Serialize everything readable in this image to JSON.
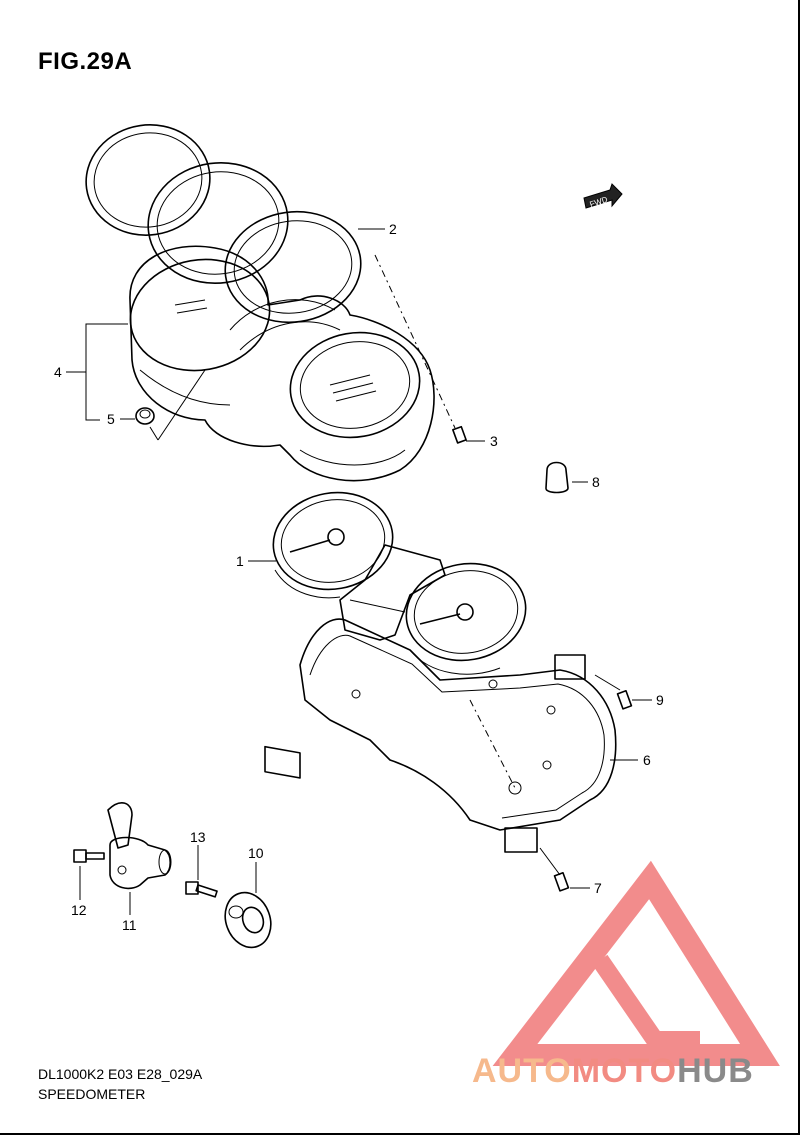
{
  "figure": {
    "title": "FIG.29A",
    "model_code": "DL1000K2 E03 E28_029A",
    "section_name": "SPEEDOMETER"
  },
  "fwd_tag": "FWD",
  "callouts": [
    "1",
    "2",
    "3",
    "4",
    "5",
    "6",
    "7",
    "8",
    "9",
    "10",
    "11",
    "12",
    "13"
  ],
  "watermark": {
    "part1": "AUTO",
    "part2": "MOTO",
    "part3": "HUB",
    "colors": {
      "auto": "#f6b98c",
      "moto": "#f28b82",
      "hub": "#8a8a8a",
      "triangle": "#f07878"
    }
  }
}
